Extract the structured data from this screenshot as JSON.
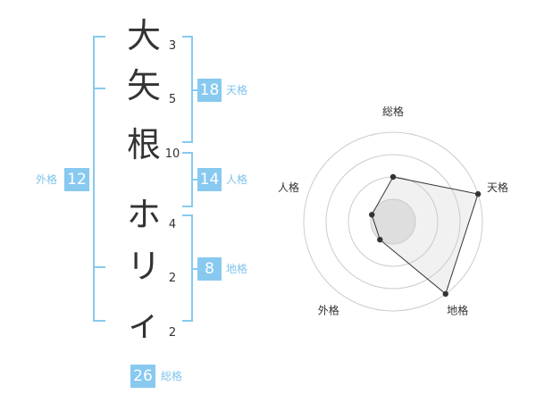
{
  "name": {
    "chars": [
      "大",
      "矢",
      "根",
      "ホ",
      "リ",
      "ィ"
    ],
    "strokes": [
      "3",
      "5",
      "10",
      "4",
      "2",
      "2"
    ]
  },
  "kaku": {
    "ten": {
      "label": "天格",
      "value": "18"
    },
    "jin": {
      "label": "人格",
      "value": "14"
    },
    "chi": {
      "label": "地格",
      "value": "8"
    },
    "gai": {
      "label": "外格",
      "value": "12"
    },
    "sou": {
      "label": "総格",
      "value": "26"
    }
  },
  "colors": {
    "accent": "#88c9f0",
    "accent_text": "#7fc3ec"
  },
  "chart_data": {
    "type": "radar",
    "axes": [
      "総格",
      "天格",
      "地格",
      "外格",
      "人格"
    ],
    "values": [
      2,
      4,
      4,
      1,
      1
    ],
    "rmax": 4,
    "rings": 4
  }
}
